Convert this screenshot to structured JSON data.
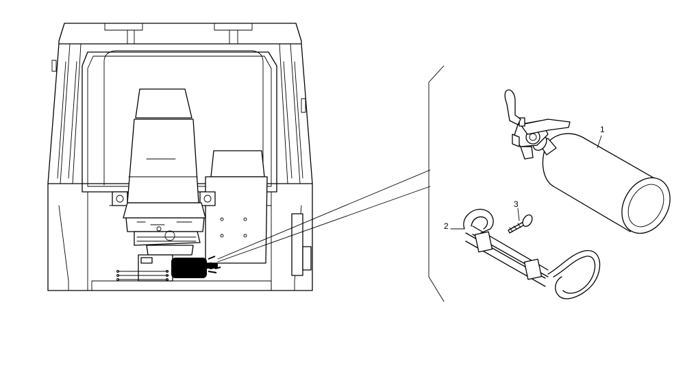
{
  "figure": {
    "callouts": [
      {
        "id": "1",
        "label": "1"
      },
      {
        "id": "2",
        "label": "2"
      },
      {
        "id": "3",
        "label": "3"
      }
    ],
    "colors": {
      "line": "#000000",
      "background": "#ffffff",
      "highlight": "#000000"
    }
  }
}
